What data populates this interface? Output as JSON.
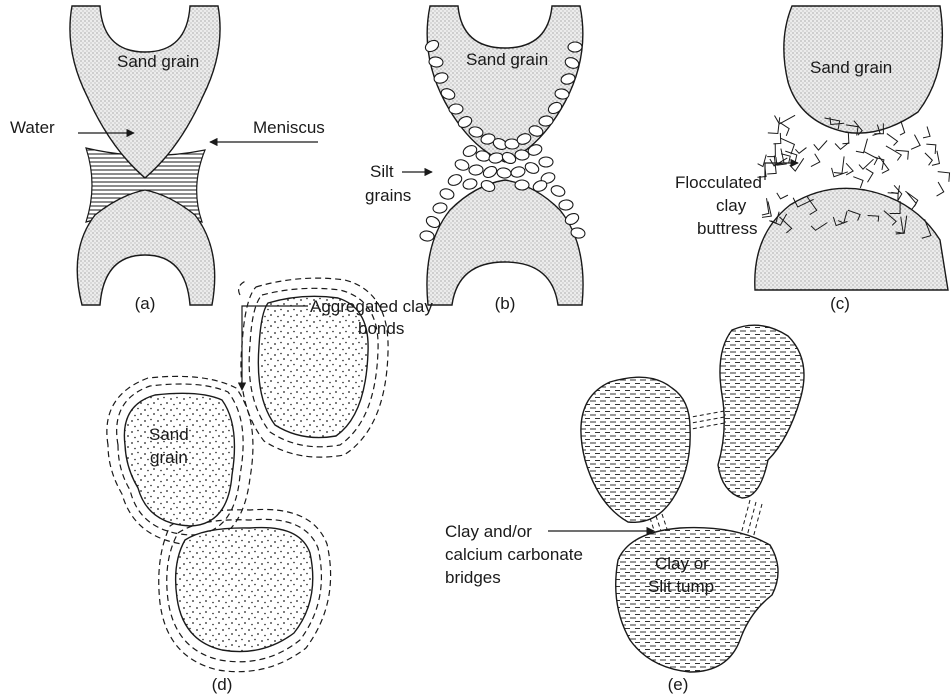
{
  "panels": {
    "a": {
      "caption": "(a)",
      "grain_label": "Sand grain",
      "water_label": "Water",
      "meniscus_label": "Meniscus"
    },
    "b": {
      "caption": "(b)",
      "grain_label": "Sand grain",
      "silt_label_line1": "Silt",
      "silt_label_line2": "grains"
    },
    "c": {
      "caption": "(c)",
      "grain_label": "Sand grain",
      "clay_label_line1": "Flocculated",
      "clay_label_line2": "clay",
      "clay_label_line3": "buttress"
    },
    "d": {
      "caption": "(d)",
      "bonds_label_line1": "Aggregated clay",
      "bonds_label_line2": "bonds",
      "grain_label_line1": "Sand",
      "grain_label_line2": "grain"
    },
    "e": {
      "caption": "(e)",
      "bridge_label_line1": "Clay and/or",
      "bridge_label_line2": "calcium carbonate",
      "bridge_label_line3": "bridges",
      "lump_label_line1": "Clay or",
      "lump_label_line2": "Slit tump"
    }
  },
  "colors": {
    "ink": "#1a1a1a",
    "grain_fill": "#e6e6e6",
    "background": "#ffffff"
  }
}
